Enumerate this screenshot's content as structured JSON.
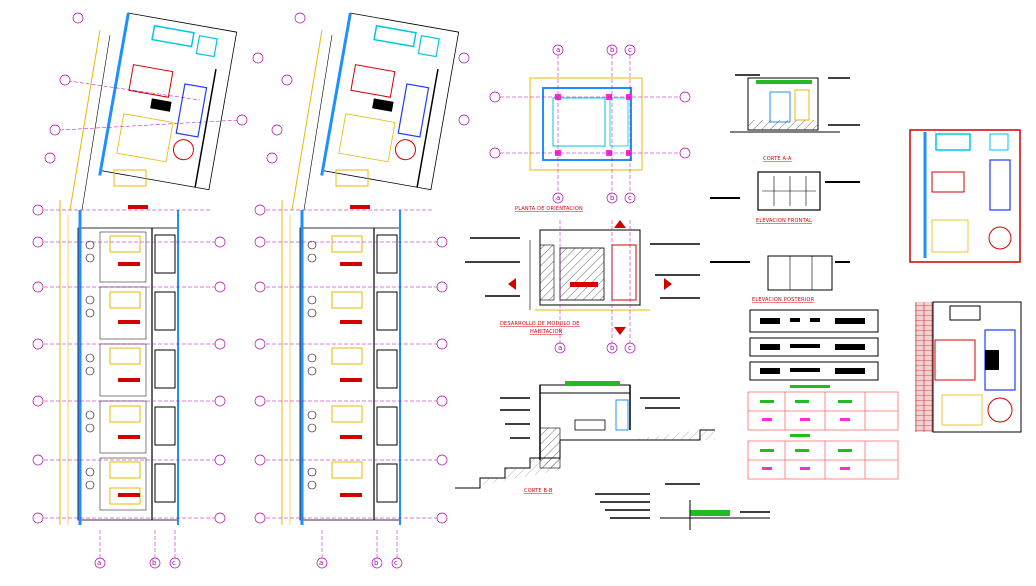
{
  "titles": {
    "planta_orientacion": "PLANTA DE ORIENTACION",
    "desarrollo_modulo_1": "DESARROLLO DE MODULO DE",
    "desarrollo_modulo_2": "HABITACION",
    "corte_aa": "CORTE A-A",
    "elevacion_frontal": "ELEVACION FRONTAL",
    "elevacion_posterior": "ELEVACION POSTERIOR",
    "corte_bb": "CORTE B-B"
  },
  "grid_labels": {
    "bottom": [
      "a",
      "b",
      "c"
    ],
    "orientacion_top": [
      "a",
      "b",
      "c"
    ],
    "orientacion_bottom": [
      "a",
      "b",
      "c"
    ],
    "modulo_bottom": [
      "a",
      "b",
      "c"
    ]
  },
  "colors": {
    "wall": "#1e90ff",
    "furniture": "#e8b800",
    "grid": "#b000b0",
    "accent": "#d40000",
    "cyan": "#00c8e0",
    "green": "#22bb22",
    "pink": "#ff2bd6",
    "line": "#000000"
  }
}
